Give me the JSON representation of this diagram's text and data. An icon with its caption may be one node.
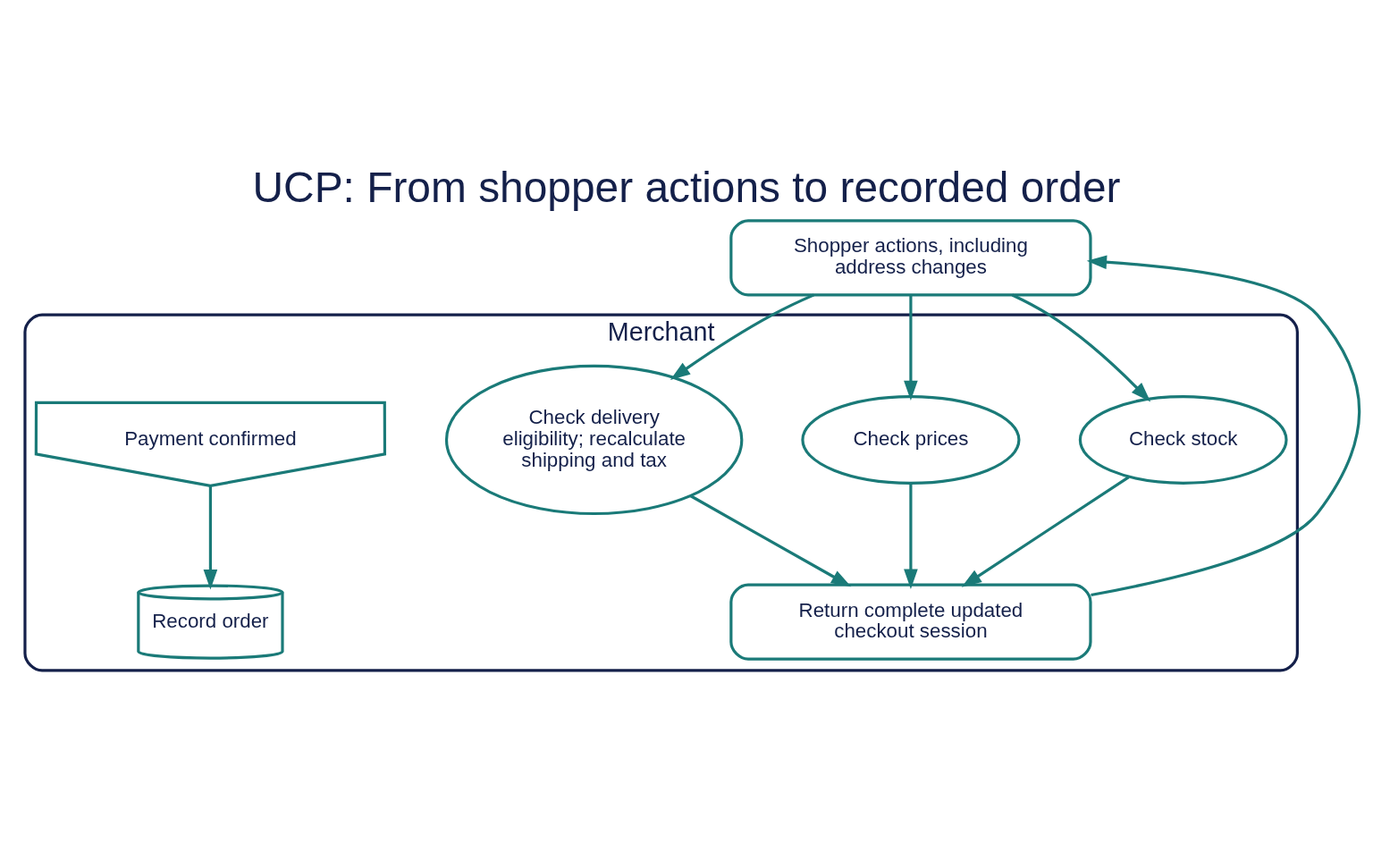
{
  "diagram": {
    "title": "UCP: From shopper actions to recorded order",
    "nodes": [
      {
        "text": [
          "Shopper actions, including address changes"
        ]
      },
      {
        "text": [
          "Merchant"
        ]
      },
      {
        "text": [
          "Check stock"
        ],
        "in": 1
      },
      {
        "text": [
          "Check prices"
        ],
        "in": 1
      },
      {
        "text": [
          "Check delivery eligibility; recalculate shipping and tax"
        ],
        "in": 1
      },
      {
        "text": [
          "Payment confirmed"
        ],
        "in": 1
      },
      {
        "text": [
          "Record order"
        ],
        "in": 1
      },
      {
        "text": [
          "Return complete updated checkout session"
        ],
        "in": 1
      }
    ],
    "edges": [
      {
        "from": 0,
        "to": 2,
        "arrow": "to"
      },
      {
        "from": 0,
        "to": 3,
        "arrow": "to"
      },
      {
        "from": 0,
        "to": 4,
        "arrow": "to"
      },
      {
        "from": 2,
        "to": 7,
        "arrow": "to"
      },
      {
        "from": 3,
        "to": 7,
        "arrow": "to"
      },
      {
        "from": 4,
        "to": 7,
        "arrow": "to"
      },
      {
        "from": 7,
        "to": 0,
        "arrow": "to"
      },
      {
        "from": 5,
        "to": 6,
        "arrow": "to"
      }
    ]
  }
}
